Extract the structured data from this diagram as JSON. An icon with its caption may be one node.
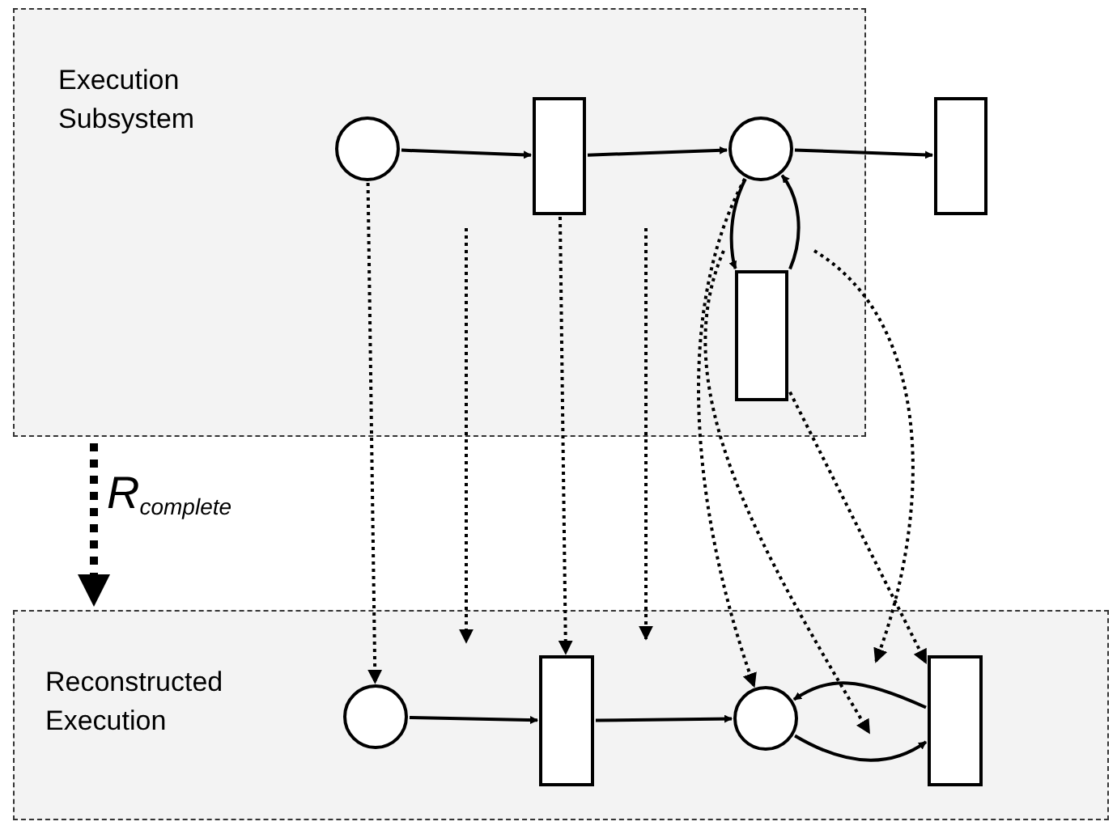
{
  "diagram": {
    "nodes": [
      {
        "text": [
          "Execution Subsystem"
        ]
      },
      {
        "text": [],
        "shape": "circle",
        "in": 0
      },
      {
        "text": [],
        "shape": "box",
        "in": 0
      },
      {
        "text": [],
        "shape": "circle",
        "in": 0
      },
      {
        "text": [],
        "shape": "box"
      },
      {
        "text": [],
        "shape": "box",
        "in": 0
      },
      {
        "text": [
          "Reconstructed Execution"
        ]
      },
      {
        "text": [],
        "shape": "circle",
        "in": 6
      },
      {
        "text": [],
        "shape": "box",
        "in": 6
      },
      {
        "text": [],
        "shape": "circle",
        "in": 6
      },
      {
        "text": [],
        "shape": "box",
        "in": 6
      }
    ],
    "edges": [
      {
        "from": 1,
        "to": 2,
        "arrow": "to"
      },
      {
        "from": 2,
        "to": 3,
        "arrow": "to"
      },
      {
        "from": 3,
        "to": 4,
        "arrow": "to"
      },
      {
        "from": 3,
        "to": 5,
        "arrow": "to"
      },
      {
        "from": 5,
        "to": 3,
        "arrow": "to"
      },
      {
        "from": 7,
        "to": 8,
        "arrow": "to"
      },
      {
        "from": 8,
        "to": 9,
        "arrow": "to"
      },
      {
        "from": 10,
        "to": 9,
        "arrow": "to"
      },
      {
        "from": 9,
        "to": 10,
        "arrow": "to"
      },
      {
        "from": 1,
        "to": 7,
        "arrow": "to",
        "style": "dashed"
      },
      {
        "from": 2,
        "to": 8,
        "arrow": "to",
        "style": "dashed"
      },
      {
        "from": 3,
        "to": 9,
        "arrow": "to",
        "style": "dashed"
      },
      {
        "from": 5,
        "to": 10,
        "arrow": "to",
        "style": "dashed"
      },
      {
        "from": 0,
        "to": 6,
        "arrow": "to",
        "style": "dashed",
        "label": "R$_{complete}$"
      },
      {
        "from": null,
        "to": 6,
        "arrow": "to",
        "style": "dashed"
      },
      {
        "from": null,
        "to": 6,
        "arrow": "to",
        "style": "dashed"
      },
      {
        "from": null,
        "to": 6,
        "arrow": "to",
        "style": "dashed"
      },
      {
        "from": null,
        "to": 6,
        "arrow": "to",
        "style": "dashed"
      }
    ]
  }
}
